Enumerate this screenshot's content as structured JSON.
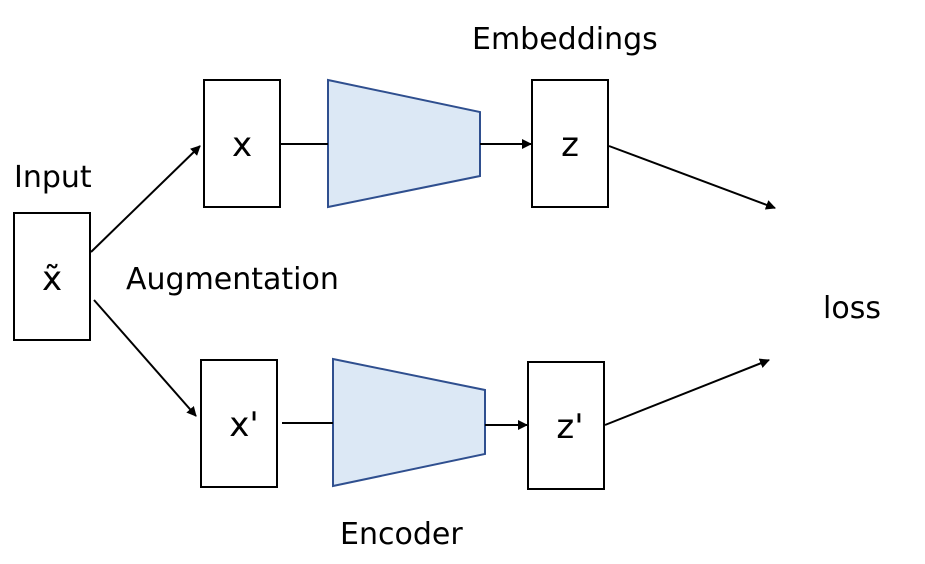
{
  "diagram": {
    "labels": {
      "input": "Input",
      "augmentation": "Augmentation",
      "embeddings": "Embeddings",
      "encoder": "Encoder",
      "loss": "loss"
    },
    "nodes": {
      "x_tilde": "x̃",
      "x": "x",
      "x_prime": "x'",
      "z": "z",
      "z_prime": "z'"
    },
    "colors": {
      "encoder_fill": "#dce8f5",
      "encoder_stroke": "#2f4f8f"
    }
  }
}
